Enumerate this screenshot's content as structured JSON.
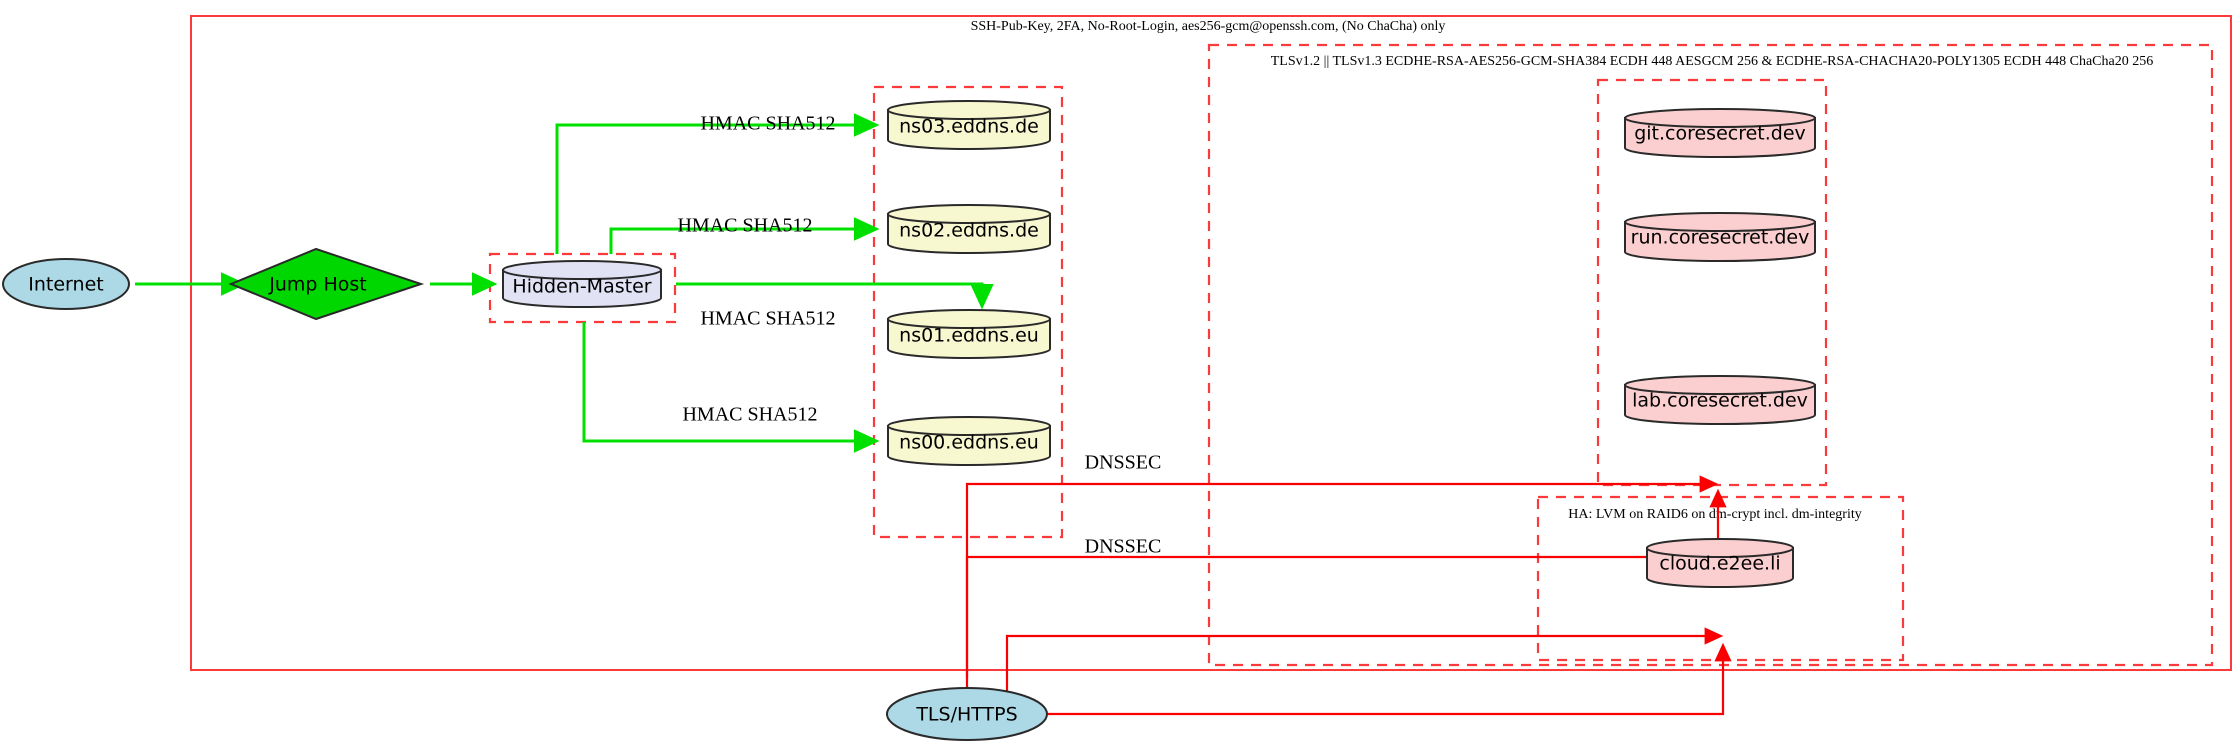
{
  "diagram": {
    "title_top": "SSH-Pub-Key, 2FA, No-Root-Login, aes256-gcm@openssh.com, (No ChaCha) only",
    "colors": {
      "cluster_stroke": "#fb3b3b",
      "green_edge": "#00e000",
      "red_edge": "#fb0000",
      "internet_fill": "#add8e6",
      "jumphost_fill": "#00d700",
      "hidden_master_fill": "#e2e2f5",
      "dns_fill": "#f7f7d0",
      "service_fill": "#fbcfcf",
      "tls_fill": "#add8e6"
    },
    "clusters": [
      {
        "id": "outer",
        "label": "SSH-Pub-Key, 2FA, No-Root-Login, aes256-gcm@openssh.com, (No ChaCha) only"
      },
      {
        "id": "tls",
        "label": "TLSv1.2 || TLSv1.3 ECDHE-RSA-AES256-GCM-SHA384 ECDH 448 AESGCM 256 & ECDHE-RSA-CHACHA20-POLY1305 ECDH 448 ChaCha20 256"
      },
      {
        "id": "ha",
        "label": "HA: LVM on RAID6 on dm-crypt incl. dm-integrity"
      },
      {
        "id": "dns_zone",
        "label": ""
      },
      {
        "id": "hidden_master_zone",
        "label": ""
      },
      {
        "id": "coresecret_zone",
        "label": ""
      }
    ],
    "nodes": [
      {
        "id": "internet",
        "label": "Internet",
        "shape": "ellipse",
        "fill": "#add8e6"
      },
      {
        "id": "jumphost",
        "label": "Jump Host",
        "shape": "diamond",
        "fill": "#00d700"
      },
      {
        "id": "hidden_master",
        "label": "Hidden-Master",
        "shape": "cylinder",
        "fill": "#e2e2f5"
      },
      {
        "id": "ns03",
        "label": "ns03.eddns.de",
        "shape": "cylinder",
        "fill": "#f7f7d0"
      },
      {
        "id": "ns02",
        "label": "ns02.eddns.de",
        "shape": "cylinder",
        "fill": "#f7f7d0"
      },
      {
        "id": "ns01",
        "label": "ns01.eddns.eu",
        "shape": "cylinder",
        "fill": "#f7f7d0"
      },
      {
        "id": "ns00",
        "label": "ns00.eddns.eu",
        "shape": "cylinder",
        "fill": "#f7f7d0"
      },
      {
        "id": "git",
        "label": "git.coresecret.dev",
        "shape": "cylinder",
        "fill": "#fbcfcf"
      },
      {
        "id": "run",
        "label": "run.coresecret.dev",
        "shape": "cylinder",
        "fill": "#fbcfcf"
      },
      {
        "id": "lab",
        "label": "lab.coresecret.dev",
        "shape": "cylinder",
        "fill": "#fbcfcf"
      },
      {
        "id": "cloud",
        "label": "cloud.e2ee.li",
        "shape": "cylinder",
        "fill": "#fbcfcf"
      },
      {
        "id": "tls_https",
        "label": "TLS/HTTPS",
        "shape": "ellipse",
        "fill": "#add8e6"
      }
    ],
    "edge_labels": {
      "hmac_ns03": "HMAC SHA512",
      "hmac_ns02": "HMAC SHA512",
      "hmac_ns01": "HMAC SHA512",
      "hmac_ns00": "HMAC SHA512",
      "dnssec_upper": "DNSSEC",
      "dnssec_lower": "DNSSEC"
    }
  }
}
